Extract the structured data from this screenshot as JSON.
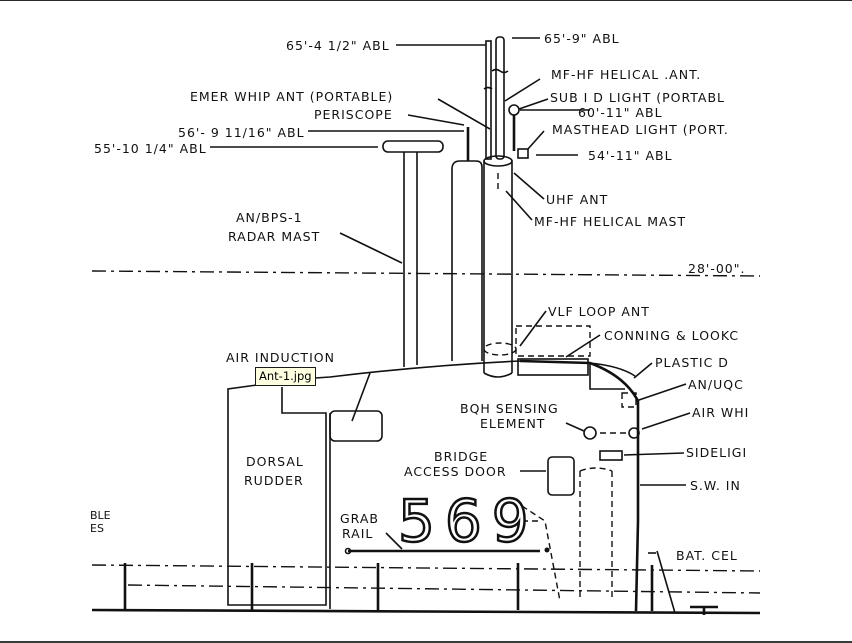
{
  "window": {
    "tooltip_filename": "Ant-1.jpg"
  },
  "diagram": {
    "hull_number": "569",
    "labels": {
      "mast_top_left": "65'-4 1/2\" ABL",
      "mast_top_right": "65'-9\" ABL",
      "mf_hf_helical_ant": "MF-HF HELICAL .ANT.",
      "emer_whip_ant": "EMER WHIP ANT (PORTABLE)",
      "sub_id_light": "SUB I D LIGHT (PORTABL",
      "sub_id_light_height": "60'-11\" ABL",
      "periscope": "PERISCOPE",
      "periscope_height": "56'- 9 11/16\" ABL",
      "radar_height": "55'-10 1/4\" ABL",
      "masthead_light": "MASTHEAD LIGHT (PORT.",
      "masthead_light_height": "54'-11\" ABL",
      "uhf_ant": "UHF ANT",
      "mf_hf_helical_mast": "MF-HF HELICAL MAST",
      "radar_mast_line1": "AN/BPS-1",
      "radar_mast_line2": "RADAR MAST",
      "waterline": "28'-00\".",
      "vlf_loop_ant": "VLF LOOP ANT",
      "conning": "CONNING & LOOKC",
      "plastic": "PLASTIC D",
      "air_induction": "AIR INDUCTION",
      "an_uqc": "AN/UQC",
      "bqh_line1": "BQH SENSING",
      "bqh_line2": "ELEMENT",
      "air_whi": "AIR WHI",
      "sideligh": "SIDELIGI",
      "dorsal_line1": "DORSAL",
      "dorsal_line2": "RUDDER",
      "bridge_line1": "BRIDGE",
      "bridge_line2": "ACCESS DOOR",
      "sw_int": "S.W. IN",
      "grab_line1": "GRAB",
      "grab_line2": "RAIL",
      "bat_cel": "BAT. CEL",
      "cut_left_line1": "BLE",
      "cut_left_line2": "ES"
    }
  }
}
